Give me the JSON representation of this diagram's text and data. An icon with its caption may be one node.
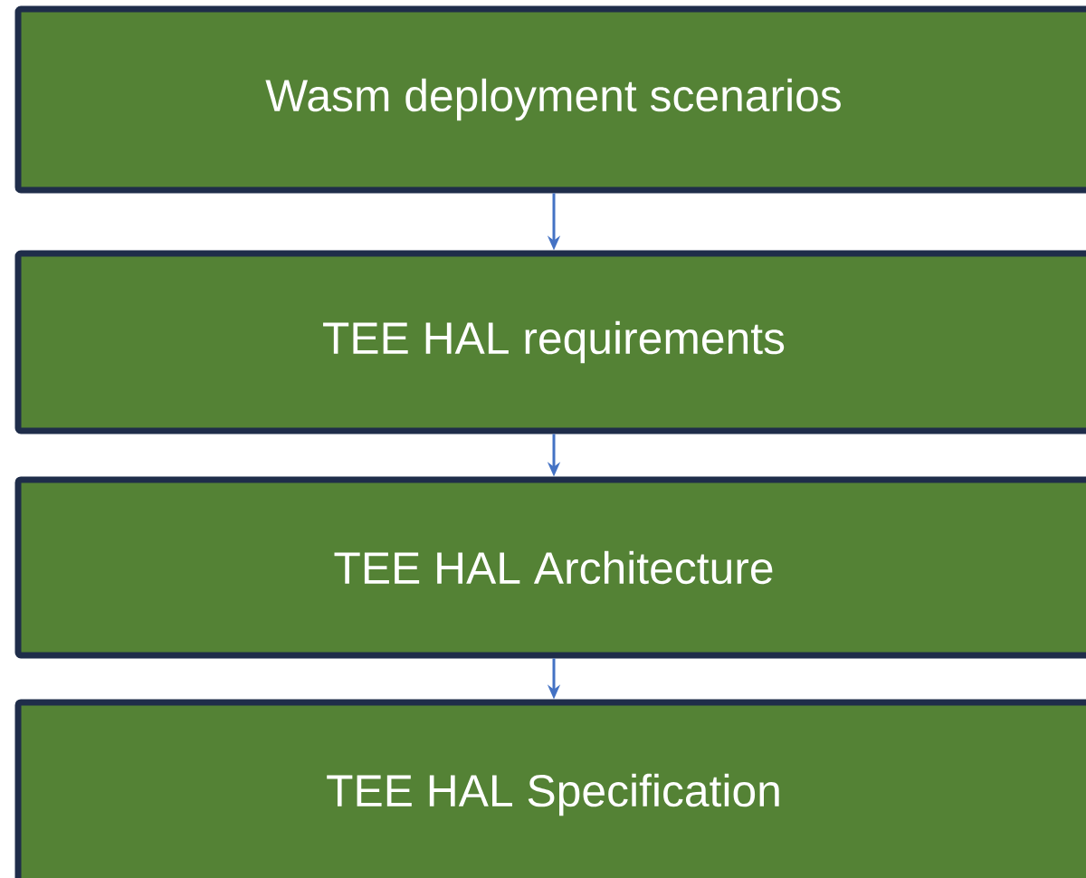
{
  "diagram": {
    "nodes": [
      {
        "text": [
          "Wasm deployment scenarios"
        ]
      },
      {
        "text": [
          "TEE HAL requirements"
        ]
      },
      {
        "text": [
          "TEE HAL Architecture"
        ]
      },
      {
        "text": [
          "TEE HAL Specification"
        ]
      }
    ],
    "edges": [
      {
        "from": 0,
        "to": 1,
        "arrow": "to"
      },
      {
        "from": 1,
        "to": 2,
        "arrow": "to"
      },
      {
        "from": 2,
        "to": 3,
        "arrow": "to"
      }
    ]
  }
}
